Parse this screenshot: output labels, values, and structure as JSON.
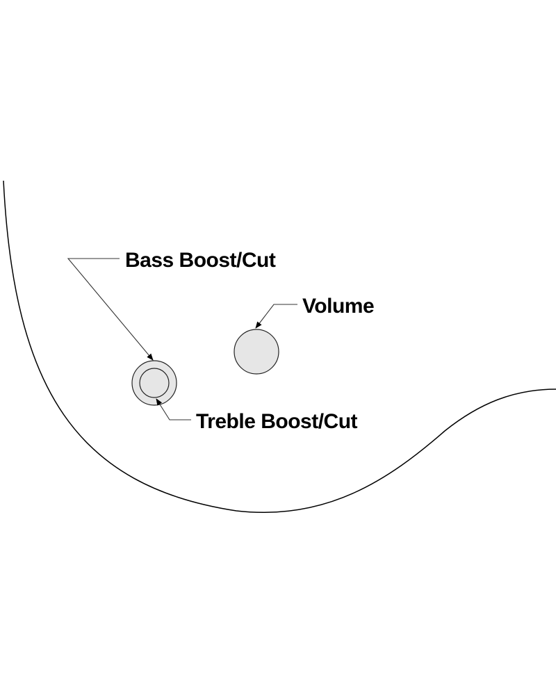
{
  "labels": {
    "bass": "Bass Boost/Cut",
    "volume": "Volume",
    "treble": "Treble Boost/Cut"
  },
  "colors": {
    "background": "#ffffff",
    "outline": "#000000",
    "knob_fill": "#e6e6e6",
    "leader": "#333333"
  }
}
